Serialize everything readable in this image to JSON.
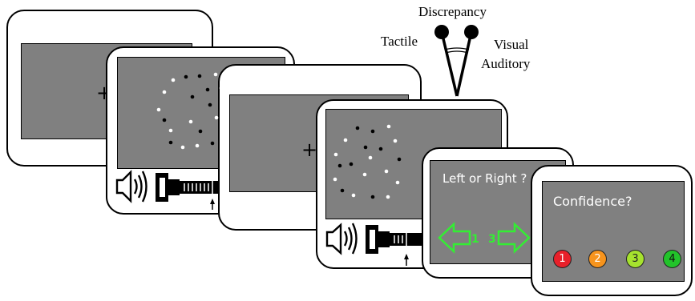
{
  "labels": {
    "discrepancy": "Discrepancy",
    "tactile": "Tactile",
    "visual": "Visual",
    "auditory": "Auditory"
  },
  "frames": {
    "fixation_symbol": "+",
    "question_lr": "Left or Right ?",
    "response_left": "1",
    "response_right": "3",
    "question_conf": "Confidence?",
    "confidence": [
      {
        "label": "1",
        "color": "#e8202a"
      },
      {
        "label": "2",
        "color": "#f7941d"
      },
      {
        "label": "3",
        "color": "#a6e22e"
      },
      {
        "label": "4",
        "color": "#22c32a"
      }
    ]
  },
  "colors": {
    "screen": "#808080",
    "arrow": "#33ee33",
    "text_on_screen": "#ffffff"
  }
}
